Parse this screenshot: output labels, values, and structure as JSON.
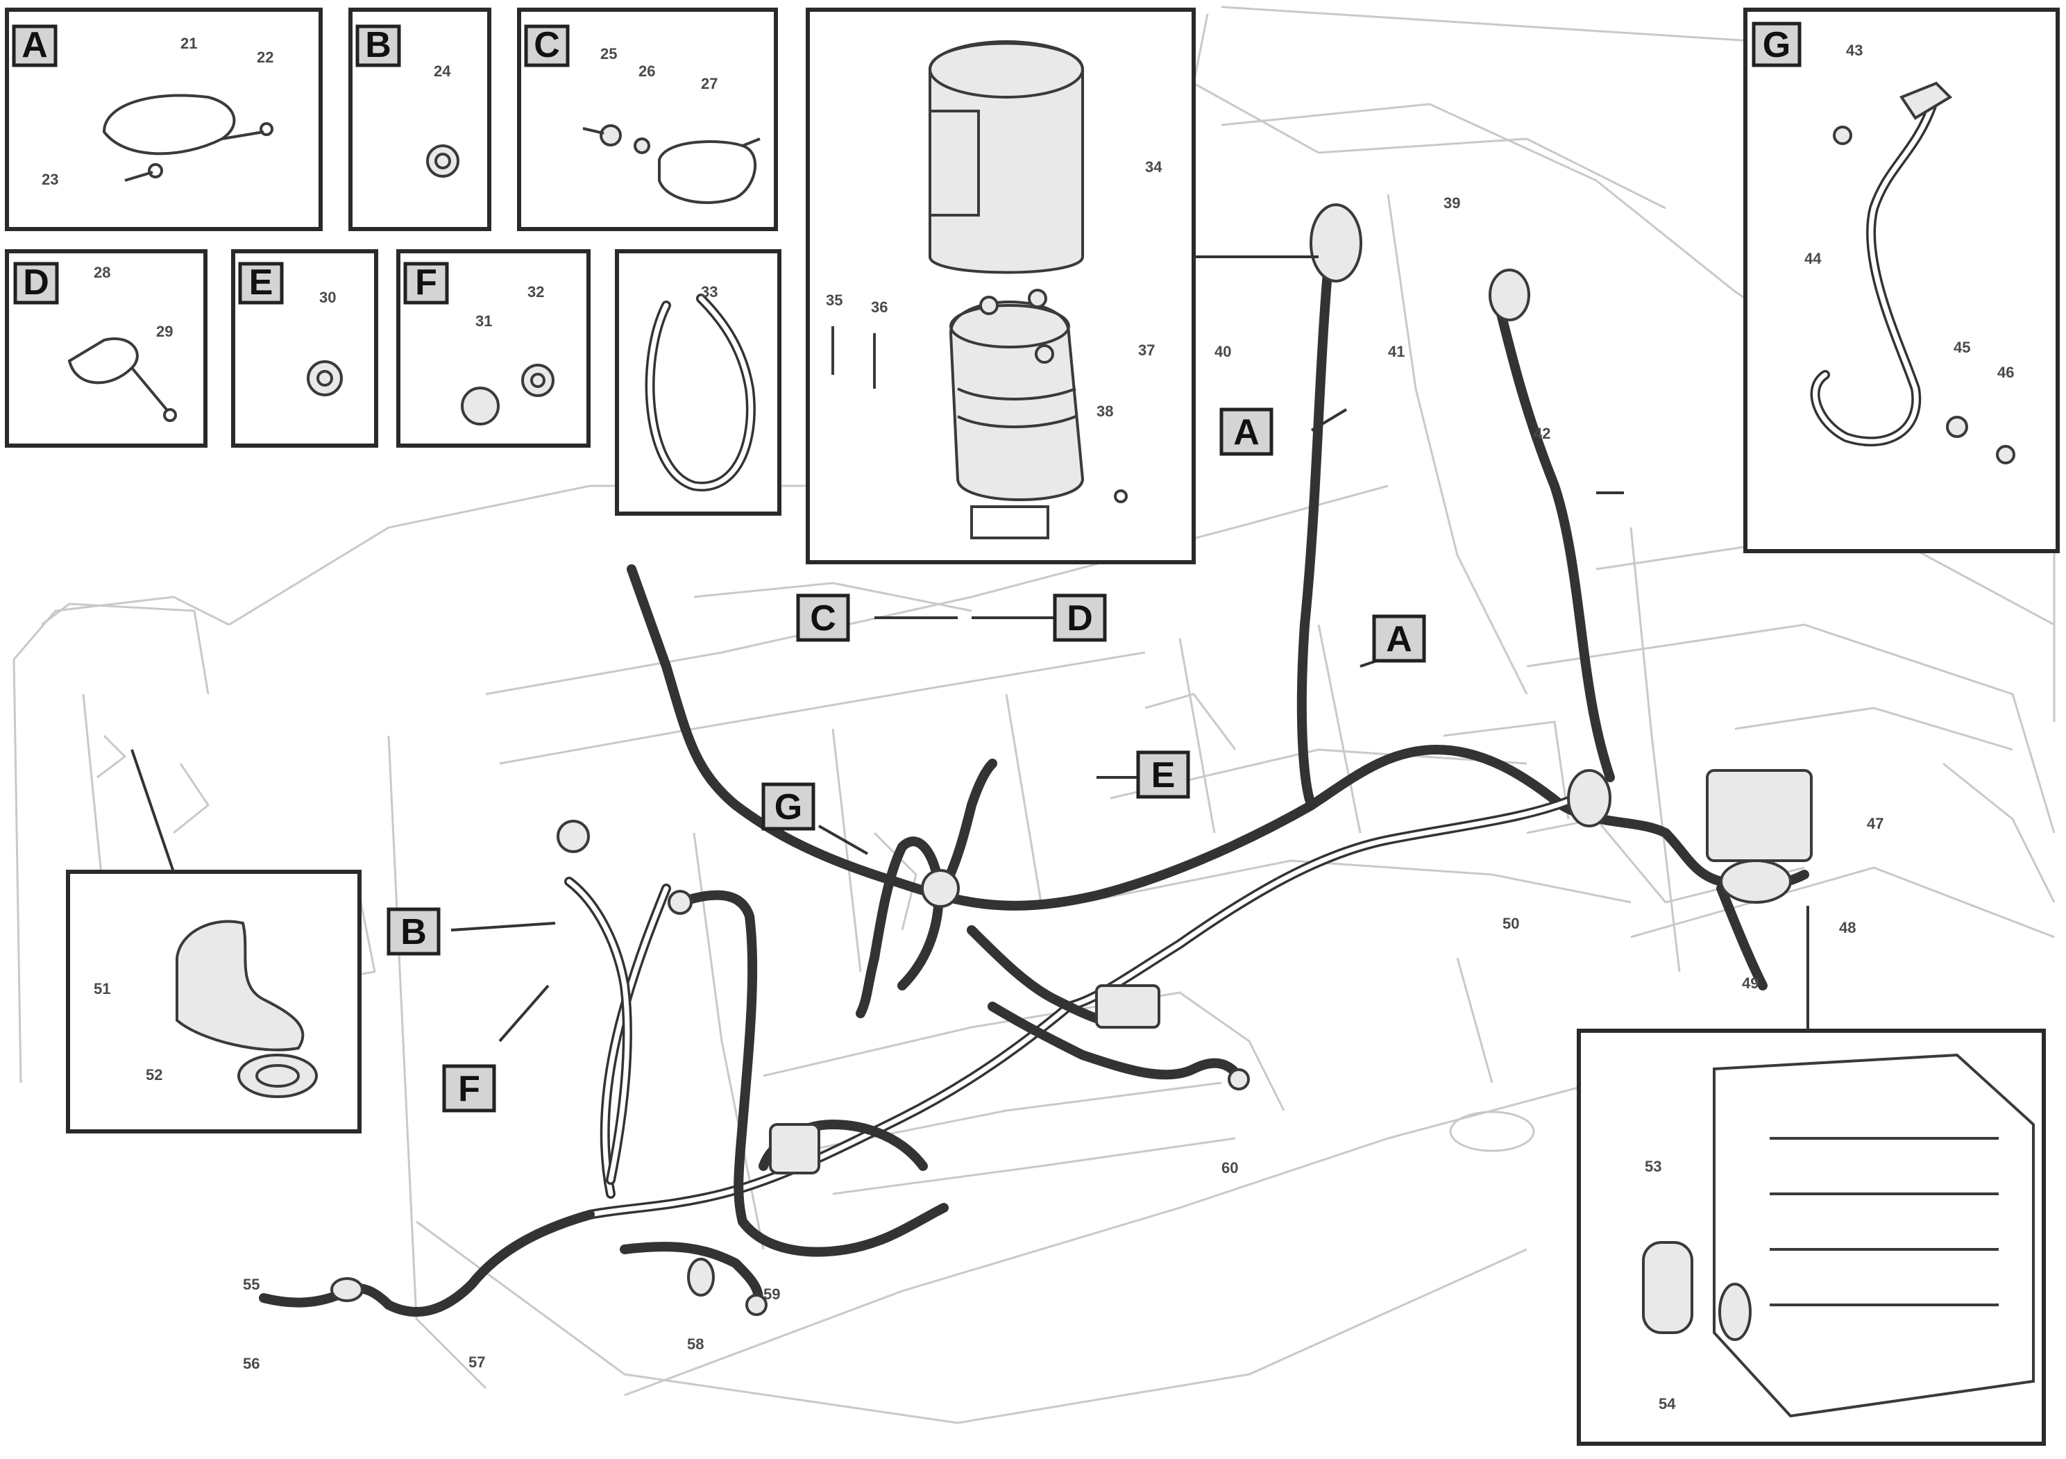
{
  "diagram": {
    "callout_letters": [
      "A",
      "B",
      "C",
      "D",
      "E",
      "F",
      "G"
    ],
    "callout_numbers": [
      "21",
      "22",
      "23",
      "24",
      "25",
      "26",
      "27",
      "28",
      "29",
      "30",
      "31",
      "32",
      "33",
      "34",
      "35",
      "36",
      "37",
      "38",
      "39",
      "40",
      "41",
      "42",
      "43",
      "44",
      "45",
      "46",
      "47",
      "48",
      "49",
      "50",
      "51",
      "52",
      "53",
      "54",
      "55",
      "56",
      "57",
      "58",
      "59",
      "60"
    ],
    "part_number": "",
    "drawing_code": ""
  }
}
